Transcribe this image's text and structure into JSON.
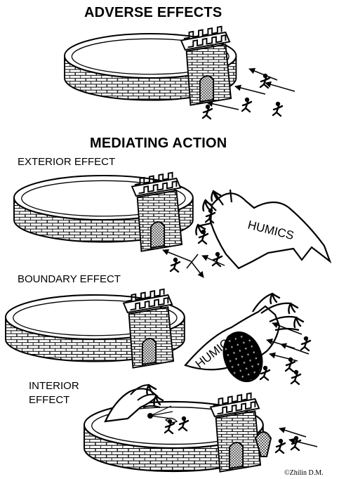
{
  "headings": {
    "adverse": "ADVERSE EFFECTS",
    "mediating": "MEDIATING ACTION"
  },
  "labels": {
    "exterior": "EXTERIOR EFFECT",
    "boundary": "BOUNDARY EFFECT",
    "interior_line1": "INTERIOR",
    "interior_line2": "EFFECT"
  },
  "creature_label": "HUMICS",
  "credit": "©Zhilin D.M.",
  "colors": {
    "ink": "#000000",
    "paper": "#ffffff"
  }
}
